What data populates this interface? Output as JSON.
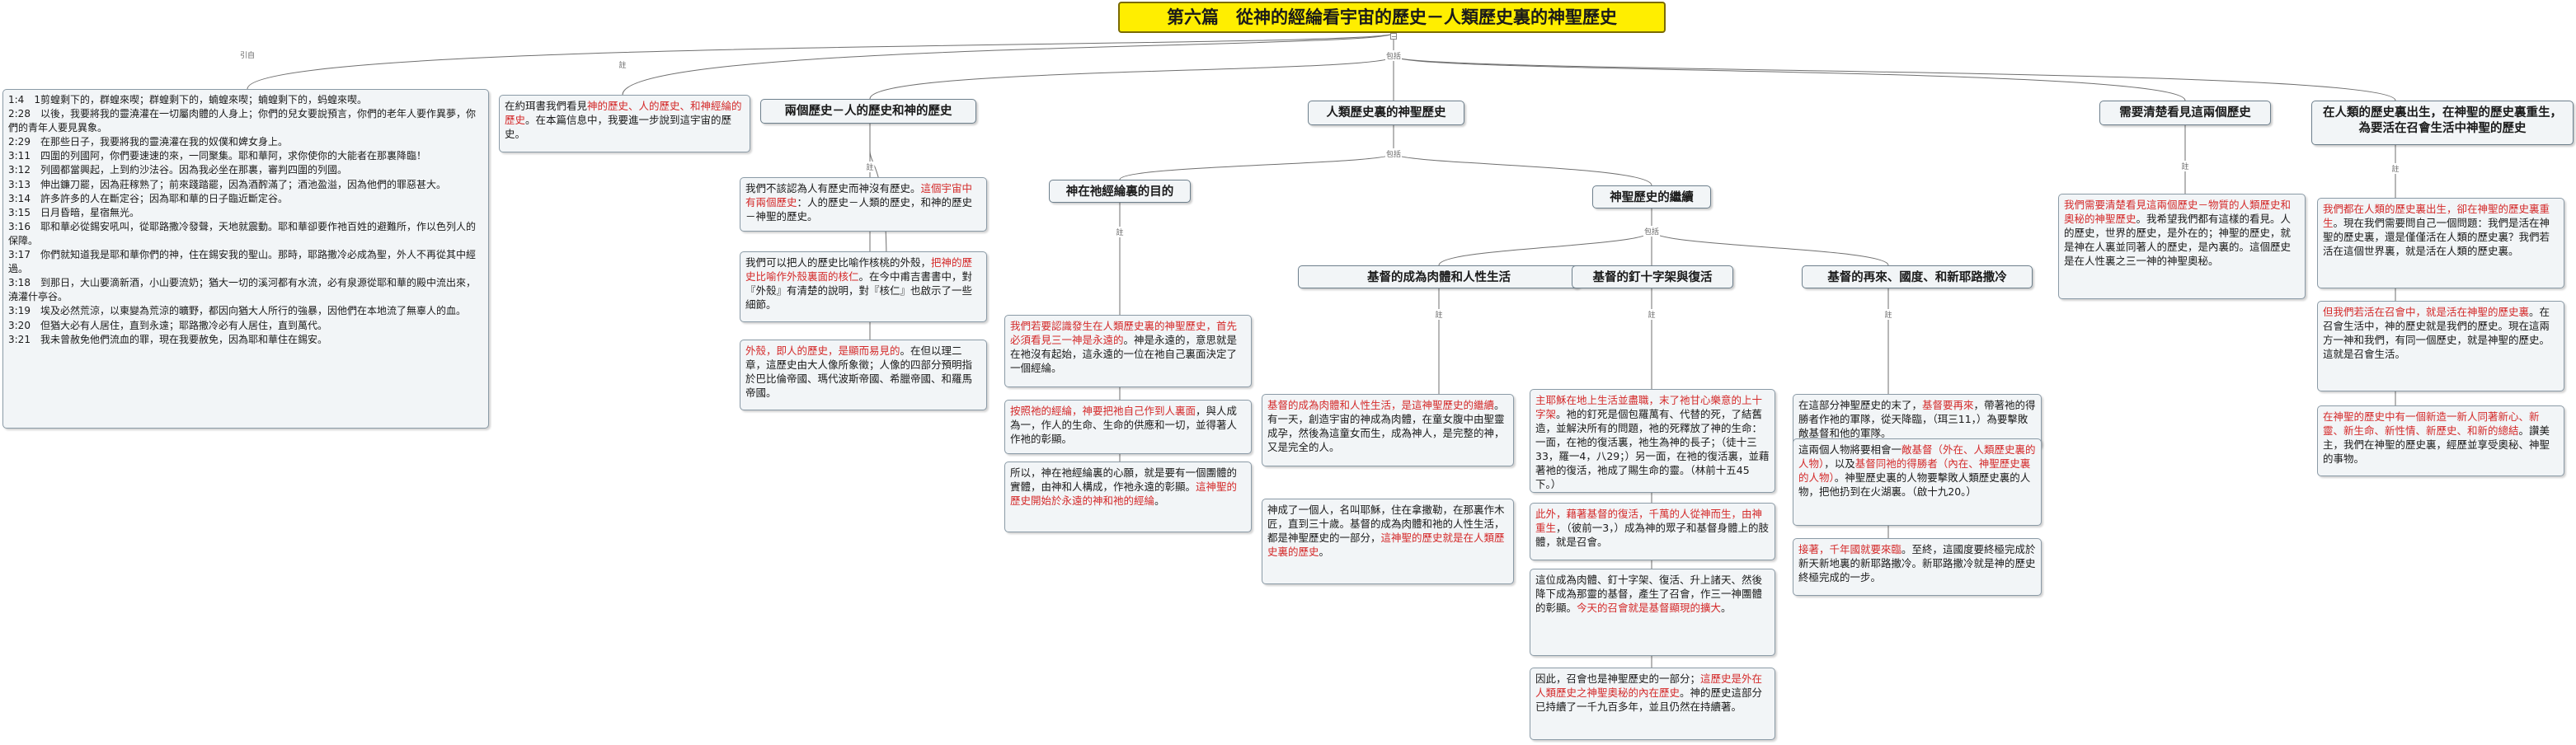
{
  "root": {
    "title": "第六篇　從神的經綸看宇宙的歷史－人類歷史裏的神聖歷史"
  },
  "labels": {
    "citation": "引自",
    "content": "包括",
    "note": "註"
  },
  "collapse_glyph": "−",
  "scripture": [
    "1:4　1剪蝗剩下的，群蝗來喫；群蝗剩下的，蝻蝗來喫；蝻蝗剩下的，蚂蝗來喫。",
    "2:28　以後，我要將我的靈澆灌在一切屬肉體的人身上；你們的兒女要說預言，你們的老年人要作異夢，你們的青年人要見異象。",
    "2:29　在那些日子，我要將我的靈澆灌在我的奴僕和婢女身上。",
    "3:11　四圍的列國阿，你們要速速的來，一同聚集。耶和華阿，求你使你的大能者在那裏降臨！",
    "3:12　列國都當興起，上到約沙法谷。因為我必坐在那裏，審判四圍的列國。",
    "3:13　伸出鐮刀罷，因為莊稼熟了；前來踐踏罷，因為酒醡滿了；酒池盈溢，因為他們的罪惡甚大。",
    "3:14　許多許多的人在斷定谷；因為耶和華的日子臨近斷定谷。",
    "3:15　日月昏暗，星宿無光。",
    "3:16　耶和華必從錫安吼叫，從耶路撒冷發聲，天地就震動。耶和華卻要作祂百姓的避難所，作以色列人的保障。",
    "3:17　你們就知道我是耶和華你們的神，住在錫安我的聖山。那時，耶路撒冷必成為聖，外人不再從其中經過。",
    "3:18　到那日，大山要滴新酒，小山要流奶；猶大一切的溪河都有水流，必有泉源從耶和華的殿中流出來，澆灌什亭谷。",
    "3:19　埃及必然荒涼，以東變為荒涼的曠野，都因向猶大人所行的強暴，因他們在本地流了無辜人的血。",
    "3:20　但猶大必有人居住，直到永遠；耶路撒冷必有人居住，直到萬代。",
    "3:21　我未曾赦免他們流血的罪，現在我要赦免，因為耶和華住在錫安。"
  ],
  "intro": {
    "a": "在約珥書我們看見",
    "b": "神的歷史、人的歷史、和神經綸的歷史",
    "c": "。在本篇信息中，我要進一步說到這宇宙的歷史。"
  },
  "headers": {
    "two_histories": "兩個歷史－人的歷史和神的歷史",
    "divine_history": "人類歷史裏的神聖歷史",
    "need_see": "需要清楚看見這兩個歷史",
    "living_in": "在人類的歷史裏出生，在神聖的歷史裏重生，為要活在召會生活中神聖的歷史",
    "purpose": "神在祂經綸裏的目的",
    "line": "神聖歷史的繼續",
    "incarnation": "基督的成為肉體和人性生活",
    "cross": "基督的釘十字架與復活",
    "coming": "基督的再來、國度、和新耶路撒冷"
  },
  "two_histories": {
    "n1": {
      "a": "我們不該認為人有歷史而神沒有歷史。",
      "b": "這個宇宙中有兩個歷史",
      "c": "：人的歷史－人類的歷史，和神的歷史－神聖的歷史。"
    },
    "n2": {
      "a": "我們可以把人的歷史比喻作核桃的外殼，",
      "b": "把神的歷史比喻作外殼裏面的核仁",
      "c": "。在今中甫吉書書中，對『外殼』有清楚的說明，對『核仁』也啟示了一些細節。"
    },
    "n3": {
      "a": "外殼，即人的歷史，是顯而易見的",
      "b": "。在但以理二章，這歷史由大人像所象徵；人像的四部分預明指於巴比倫帝國、瑪代波斯帝國、希臘帝國、和羅馬帝國。"
    }
  },
  "purpose": {
    "n1": {
      "a": "我們若要認識發生在人類歷史裏的神聖歷史，首先必須看見三一神是永遠的",
      "b": "。神是永遠的，意思就是在祂沒有起始，這永遠的一位在祂自己裏面決定了一個經綸。"
    },
    "n2": {
      "a": "按照祂的經綸，神要把祂自己作到人裏面",
      "b": "，與人成為一，作人的生命、生命的供應和一切，並得著人作祂的彰顯。"
    },
    "n3": {
      "a": "所以，神在祂經綸裏的心願，就是要有一個團體的實體，由神和人構成，作祂永遠的彰顯。",
      "b": "這神聖的歷史開始於永遠的神和祂的經綸",
      "c": "。"
    }
  },
  "incarnation": {
    "n1": {
      "a": "基督的成為肉體和人性生活，是這神聖歷史的繼續",
      "b": "。有一天，創造宇宙的神成為肉體，在童女腹中由聖靈成孕，然後為這童女而生，成為神人，是完整的神，又是完全的人。"
    },
    "n2": {
      "a": "神成了一個人，名叫耶穌，住在拿撒勒，在那裏作木匠，直到三十歲。基督的成為肉體和祂的人性生活，都是神聖歷史的一部分，",
      "b": "這神聖的歷史就是在人類歷史裏的歷史",
      "c": "。"
    }
  },
  "cross": {
    "n1": {
      "a": "主耶穌在地上生活並盡職，末了祂甘心樂意的上十字架",
      "b": "。祂的釘死是個包羅萬有、代替的死，了結舊造，並解決所有的問題，祂的死釋放了神的生命：一面，在祂的復活裏，祂生為神的長子；（徒十三33，羅一4，八29；）另一面，在祂的復活裏，並藉著祂的復活，祂成了賜生命的靈。（林前十五45下。）"
    },
    "n2": {
      "a": "此外，藉著基督的復活，千萬的人從神而生，由神重生",
      "b": "，（彼前一3，）成為神的眾子和基督身體上的肢體，就是召會。"
    },
    "n3": {
      "a": "這位成為肉體、釘十字架、復活、升上諸天、然後降下成為那靈的基督，產生了召會，作三一神團體的彰顯。",
      "b": "今天的召會就是基督顯現的擴大",
      "c": "。"
    },
    "n4": {
      "a": "因此，召會也是神聖歷史的一部分；",
      "b": "這歷史是外在人類歷史之神聖奧秘的內在歷史",
      "c": "。神的歷史這部分已持續了一千九百多年，並且仍然在持續著。"
    }
  },
  "coming": {
    "n1": {
      "a": "在這部分神聖歷史的末了，",
      "b": "基督要再來",
      "c": "，帶著祂的得勝者作祂的軍隊，從天降臨，（珥三11，）為要擊敗敵基督和他的軍隊。"
    },
    "n2": {
      "a": "這兩個人物將要相會一",
      "b": "敵基督（外在、人類歷史裏的人物）",
      "c": "，以及",
      "d": "基督同祂的得勝者（內在、神聖歷史裏的人物）",
      "e": "。神聖歷史裏的人物要擊敗人類歷史裏的人物，把他扔到在火湖裏。（啟十九20。）"
    },
    "n3": {
      "a": "接著，千年國就要來臨",
      "b": "。至終，這國度要終極完成於新天新地裏的新耶路撒冷。新耶路撒冷就是神的歷史終極完成的一步。"
    }
  },
  "need_see": {
    "n1": {
      "a": "我們需要清楚看見這兩個歷史－物質的人類歷史和奧秘的神聖歷史",
      "b": "。我希望我們都有這樣的看見。人的歷史，世界的歷史，是外在的；神聖的歷史，就是神在人裏並同著人的歷史，是內裏的。這個歷史是在人性裏之三一神的神聖奧秘。"
    }
  },
  "living_in": {
    "n1": {
      "a": "我們都在人類的歷史裏出生，卻在神聖的歷史裏重生",
      "b": "。現在我們需要問自己一個問題：我們是活在神聖的歷史裏，還是僅僅活在人類的歷史裏？我們若活在這個世界裏，就是活在人類的歷史裏。"
    },
    "n2": {
      "a": "但我們若活在召會中，就是活在神聖的歷史裏",
      "b": "。在召會生活中，神的歷史就是我們的歷史。現在這兩方一神和我們，有同一個歷史，就是神聖的歷史。這就是召會生活。"
    },
    "n3": {
      "a": "在神聖的歷史中有一個新造一新人同著新心、新靈、新生命、新性情、新歷史、和新的總結",
      "b": "。讚美主，我們在神聖的歷史裏，經歷並享受奧秘、神聖的事物。"
    }
  }
}
